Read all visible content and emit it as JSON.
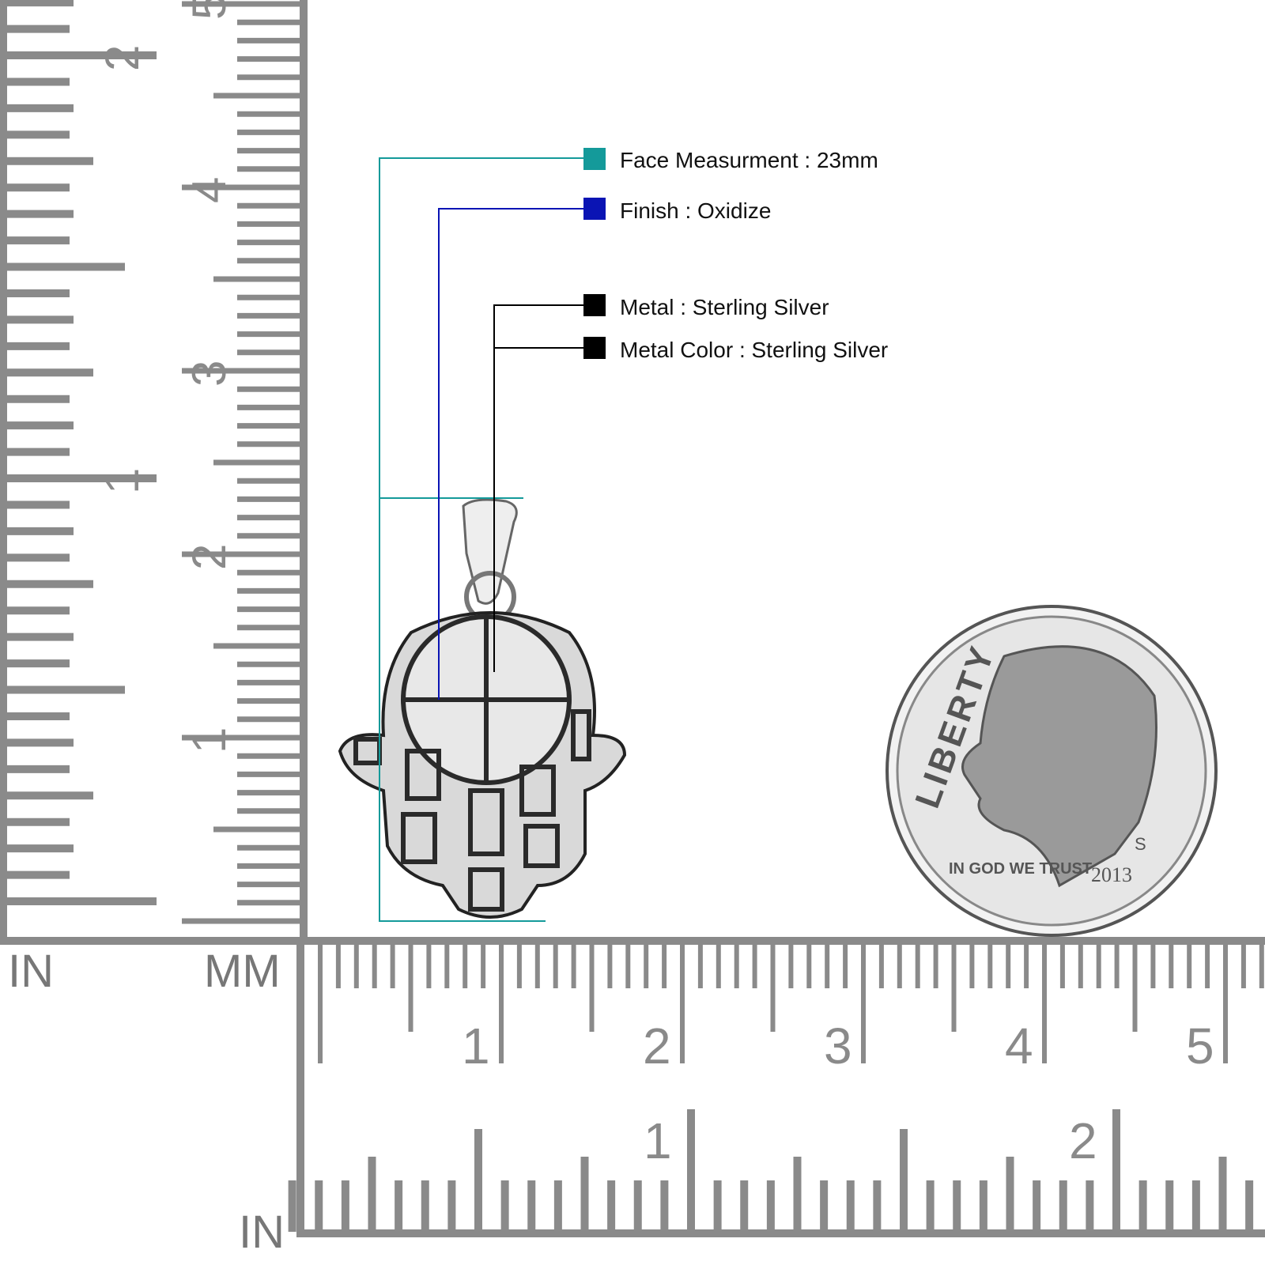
{
  "specs": [
    {
      "label": "Face Measurment : 23mm",
      "color": "#149a9a"
    },
    {
      "label": "Finish : Oxidize",
      "color": "#0a14b4"
    },
    {
      "label": "Metal : Sterling Silver",
      "color": "#000000"
    },
    {
      "label": "Metal Color : Sterling Silver",
      "color": "#000000"
    }
  ],
  "ruler": {
    "color": "#8a8a8a",
    "left_in_label": "IN",
    "mm_label": "MM",
    "bottom_in_label": "IN",
    "vertical_mm_numbers": [
      "1",
      "2",
      "3",
      "4",
      "5"
    ],
    "vertical_in_numbers": [
      "1",
      "2"
    ],
    "horizontal_mm_numbers": [
      "1",
      "2",
      "3",
      "4",
      "5"
    ],
    "horizontal_in_numbers": [
      "1",
      "2"
    ]
  },
  "coin": {
    "legend": "LIBERTY",
    "motto": "IN GOD WE TRUST",
    "year": "2013",
    "mint_mark": "S"
  }
}
